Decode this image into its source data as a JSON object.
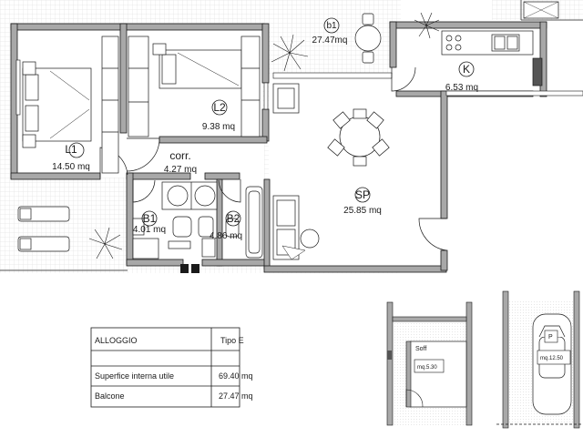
{
  "rooms": {
    "l1": {
      "code": "L1",
      "area": "14.50 mq"
    },
    "l2": {
      "code": "L2",
      "area": "9.38 mq"
    },
    "corr": {
      "code": "corr.",
      "area": "4.27 mq"
    },
    "b1": {
      "code": "B1",
      "area": "4.01 mq"
    },
    "b2": {
      "code": "B2",
      "area": "4.86 mq"
    },
    "sp": {
      "code": "SP",
      "area": "25.85 mq"
    },
    "k": {
      "code": "K",
      "area": "6.53 mq"
    },
    "balcony": {
      "code": "b1",
      "area": "27.47mq"
    }
  },
  "table": {
    "rows": [
      {
        "label": "ALLOGGIO",
        "value": "Tipo E"
      },
      {
        "label": "Superfice interna utile",
        "value": "69.40 mq"
      },
      {
        "label": "Balcone",
        "value": "27.47 mq"
      }
    ]
  },
  "cellar": {
    "label": "Soff",
    "area": "mq.5.30"
  },
  "garage": {
    "label": "P",
    "area": "mq.12.50"
  },
  "colors": {
    "wall": "#a8a8a8",
    "line": "#1a1a1a",
    "background": "#ffffff"
  }
}
